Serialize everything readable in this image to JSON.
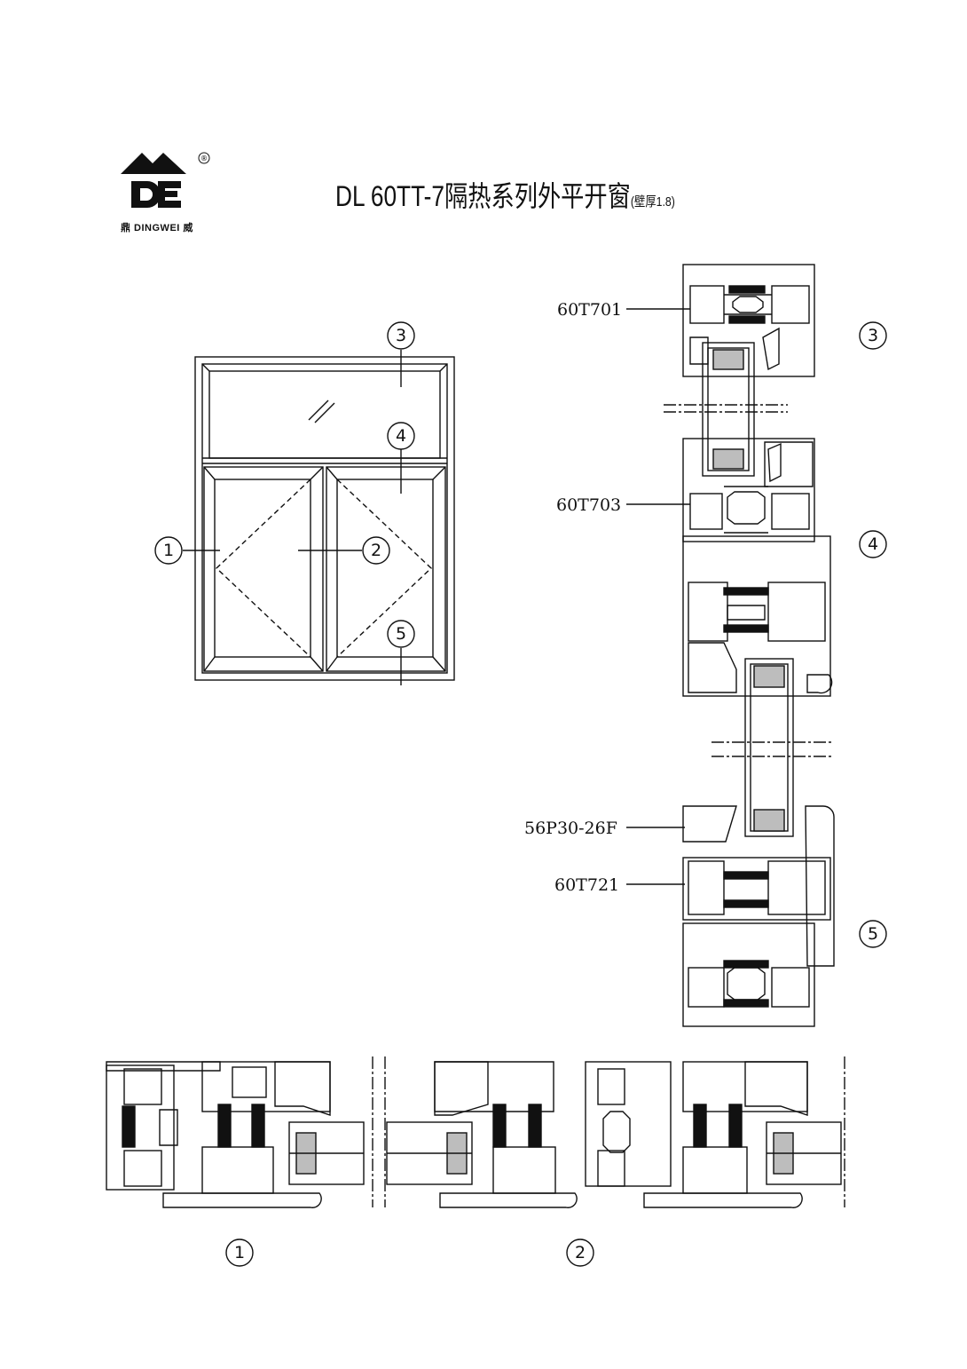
{
  "header": {
    "brand_caption": "鼎 DINGWEI 威",
    "registered_mark": "®",
    "title_main": "DL 60TT-7隔热系列外平开窗",
    "title_sub": "(壁厚1.8)"
  },
  "callouts": {
    "c1": "1",
    "c2": "2",
    "c3": "3",
    "c4": "4",
    "c5": "5"
  },
  "profile_labels": {
    "p1": "60T701",
    "p2": "60T703",
    "p3": "56P30-26F",
    "p4": "60T721"
  },
  "colors": {
    "line": "#111111",
    "glass_fill": "#bdbdbd"
  }
}
